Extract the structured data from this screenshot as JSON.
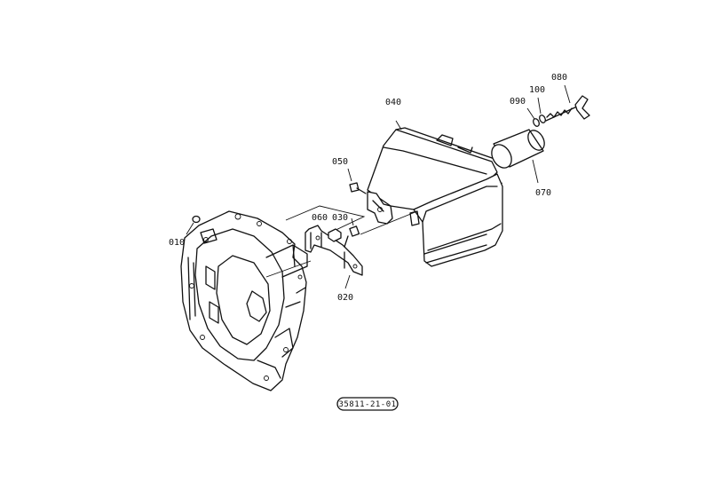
{
  "callouts": [
    {
      "id": "010",
      "label": "010"
    },
    {
      "id": "020",
      "label": "020"
    },
    {
      "id": "030",
      "label": "030"
    },
    {
      "id": "040",
      "label": "040"
    },
    {
      "id": "050",
      "label": "050"
    },
    {
      "id": "060",
      "label": "060"
    },
    {
      "id": "070",
      "label": "070"
    },
    {
      "id": "080",
      "label": "080"
    },
    {
      "id": "090",
      "label": "090"
    },
    {
      "id": "100",
      "label": "100"
    }
  ],
  "reference_code": "35811-21-01"
}
